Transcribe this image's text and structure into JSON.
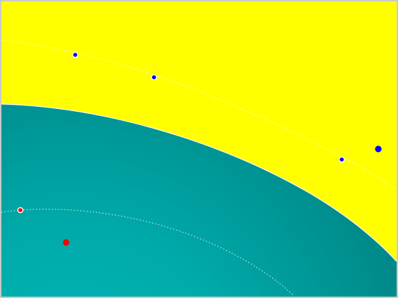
{
  "plot": {
    "colors": {
      "upper_bright": "#ffff00",
      "upper_dark": "#808000",
      "lower_light": "#00b4b4",
      "lower_dark": "#008080",
      "boundary": "#ffffff",
      "margin": "#ffffff",
      "class_a_point": "#0000ff",
      "class_b_point": "#ff0000",
      "point_outline": "#ffffff"
    },
    "regions": [
      {
        "name": "upper-region",
        "color_key": "upper"
      },
      {
        "name": "lower-region",
        "color_key": "lower"
      }
    ],
    "class_a_points": [
      {
        "id": "a1",
        "support": true
      },
      {
        "id": "a2",
        "support": true
      },
      {
        "id": "a3",
        "support": true
      },
      {
        "id": "a4",
        "support": false
      }
    ],
    "class_b_points": [
      {
        "id": "b1",
        "support": true
      },
      {
        "id": "b2",
        "support": false
      }
    ]
  }
}
